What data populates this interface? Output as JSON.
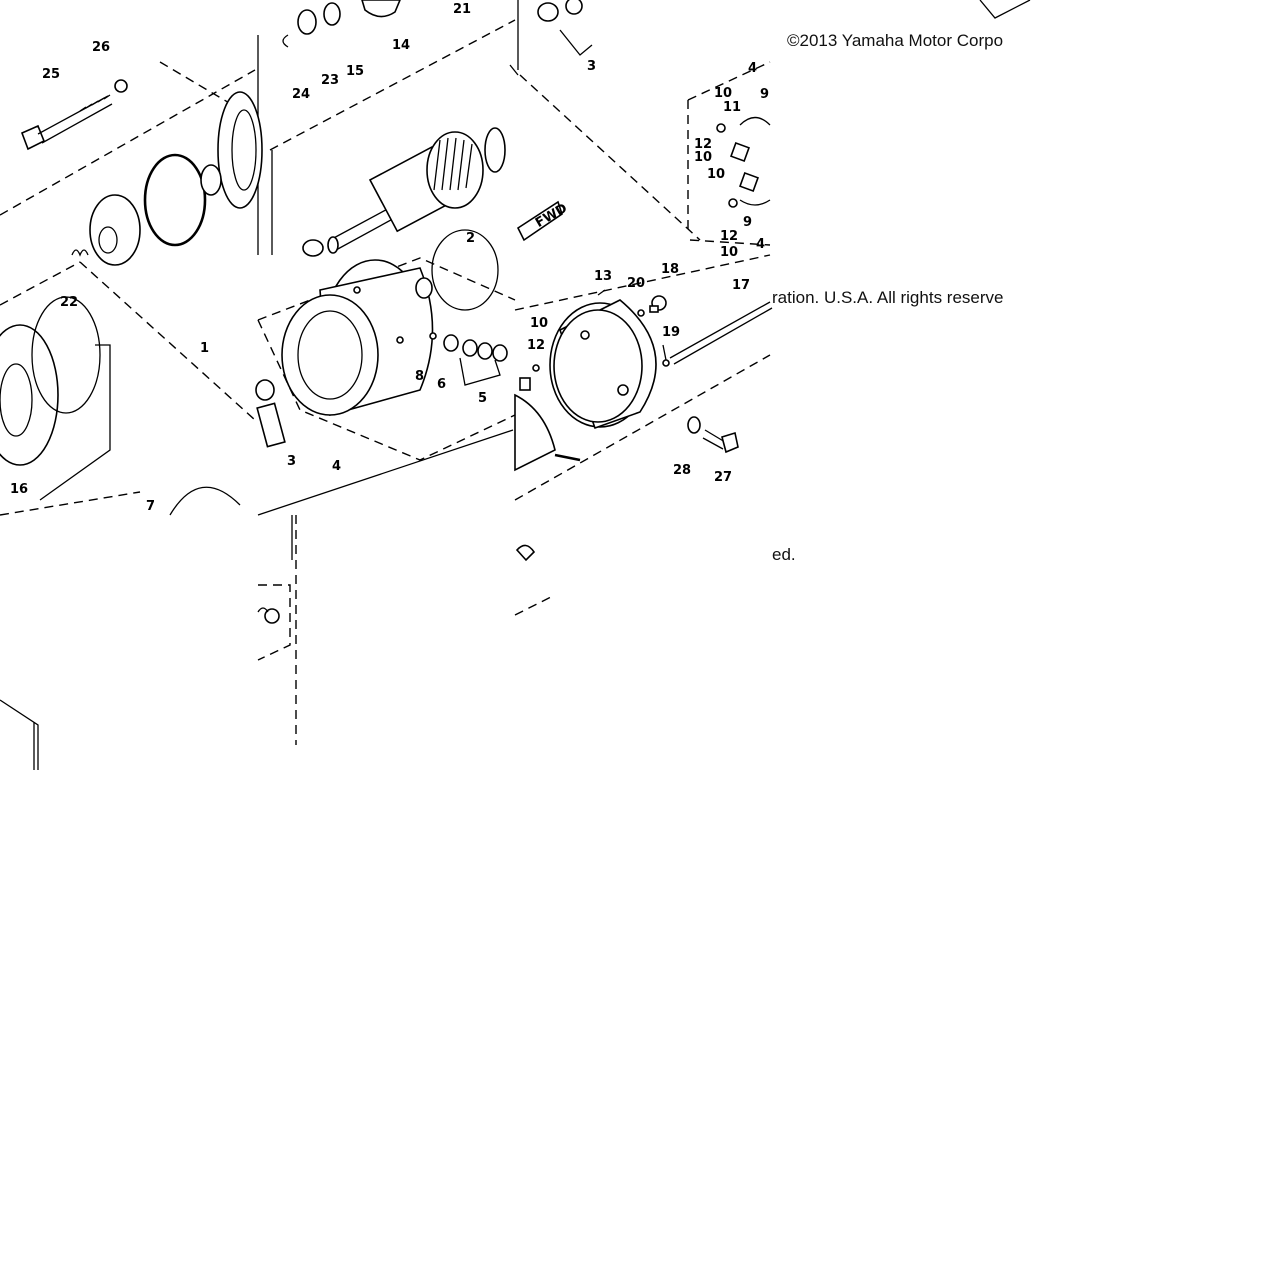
{
  "diagram": {
    "copyright_line1": "©2013 Yamaha Motor Corpo",
    "copyright_line2": "ration. U.S.A. All rights reserve",
    "copyright_line3": "ed.",
    "part_labels": {
      "p1": "1",
      "p2": "2",
      "p3a": "3",
      "p3b": "3",
      "p4a": "4",
      "p4b": "4",
      "p4c": "4",
      "p5": "5",
      "p6": "6",
      "p7": "7",
      "p8": "8",
      "p9a": "9",
      "p9b": "9",
      "p10a": "10",
      "p10b": "10",
      "p10c": "10",
      "p10d": "10",
      "p10e": "10",
      "p11": "11",
      "p12a": "12",
      "p12b": "12",
      "p12c": "12",
      "p13": "13",
      "p14": "14",
      "p15": "15",
      "p16": "16",
      "p17": "17",
      "p18": "18",
      "p19": "19",
      "p20": "20",
      "p21": "21",
      "p22": "22",
      "p23": "23",
      "p24": "24",
      "p25": "25",
      "p26": "26",
      "p27": "27",
      "p28": "28",
      "fwd": "FWD"
    }
  }
}
